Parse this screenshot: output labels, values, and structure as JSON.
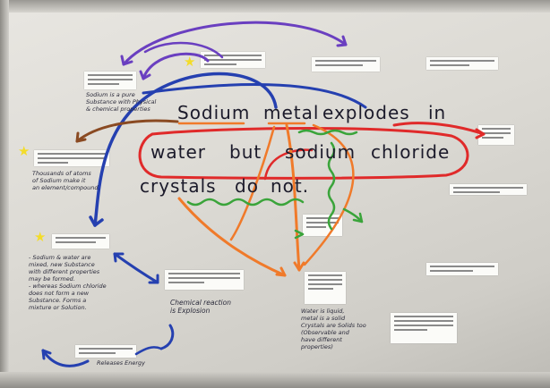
{
  "sentence": {
    "line1": {
      "w1": "Sodium",
      "w2": "metal",
      "w3": "explodes",
      "w4": "in"
    },
    "line2": {
      "w1": "water",
      "w2": "but",
      "w3": "sodium",
      "w4": "chloride"
    },
    "line3": {
      "w1": "crystals",
      "w2": "do",
      "w3": "not."
    }
  },
  "notes": {
    "substance": "Sodium is a pure\nSubstance with Physical\n& chemical properties",
    "thousands": "Thousands of atoms\nof Sodium make it\nan element/compound.",
    "mixing": "- Sodium & water are\n  mixed, new Substance\n  with different properties\n  may be formed.\n- whereas Sodium chloride\n  does not form a new\n  Substance. Forms a\n  mixture or Solution.",
    "reaction": "Chemical reaction\nis Explosion",
    "states": "Water is liquid,\nmetal is a solid\nCrystals are Solids too\n(Observable and\nhave different\nproperties)",
    "energy": "Releases Energy"
  },
  "colors": {
    "purple": "#6a3fc0",
    "blue": "#2540b0",
    "red": "#e02a2a",
    "orange": "#f07a2a",
    "green": "#3aa43a",
    "brown": "#8a4a22",
    "star": "#f3dc2a"
  }
}
